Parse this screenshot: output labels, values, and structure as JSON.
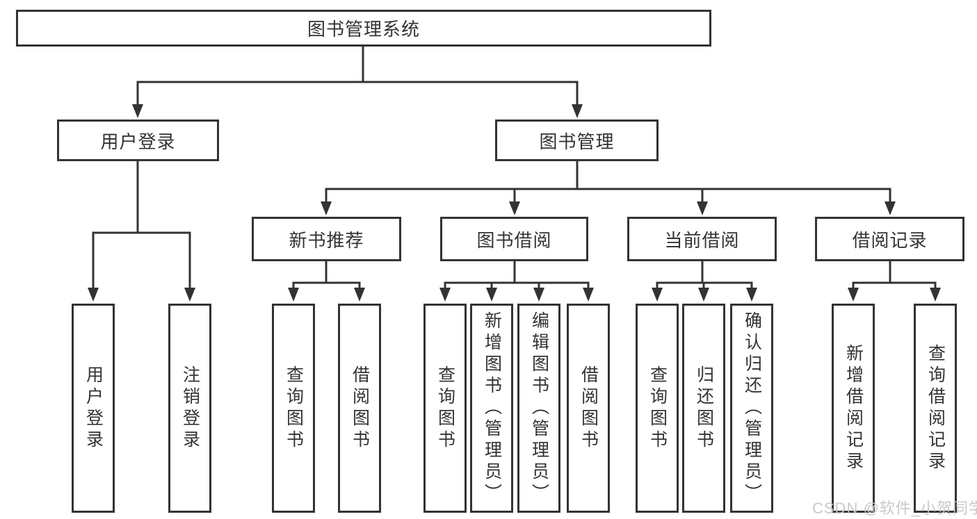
{
  "colors": {
    "line": "#333333",
    "text": "#333333",
    "box_background": "#ffffff",
    "watermark": "#c6c6c6",
    "background": "#ffffff"
  },
  "watermark": "CSDN @软件_小贺同学",
  "tree": {
    "root": "图书管理系统",
    "children": [
      {
        "label": "用户登录",
        "children": [
          {
            "label": "用户登录"
          },
          {
            "label": "注销登录"
          }
        ]
      },
      {
        "label": "图书管理",
        "children": [
          {
            "label": "新书推荐",
            "children": [
              {
                "label": "查询图书"
              },
              {
                "label": "借阅图书"
              }
            ]
          },
          {
            "label": "图书借阅",
            "children": [
              {
                "label": "查询图书"
              },
              {
                "label": "新增图书（管理员）"
              },
              {
                "label": "编辑图书（管理员）"
              },
              {
                "label": "借阅图书"
              }
            ]
          },
          {
            "label": "当前借阅",
            "children": [
              {
                "label": "查询图书"
              },
              {
                "label": "归还图书"
              },
              {
                "label": "确认归还（管理员）"
              }
            ]
          },
          {
            "label": "借阅记录",
            "children": [
              {
                "label": "新增借阅记录"
              },
              {
                "label": "查询借阅记录"
              }
            ]
          }
        ]
      }
    ]
  }
}
